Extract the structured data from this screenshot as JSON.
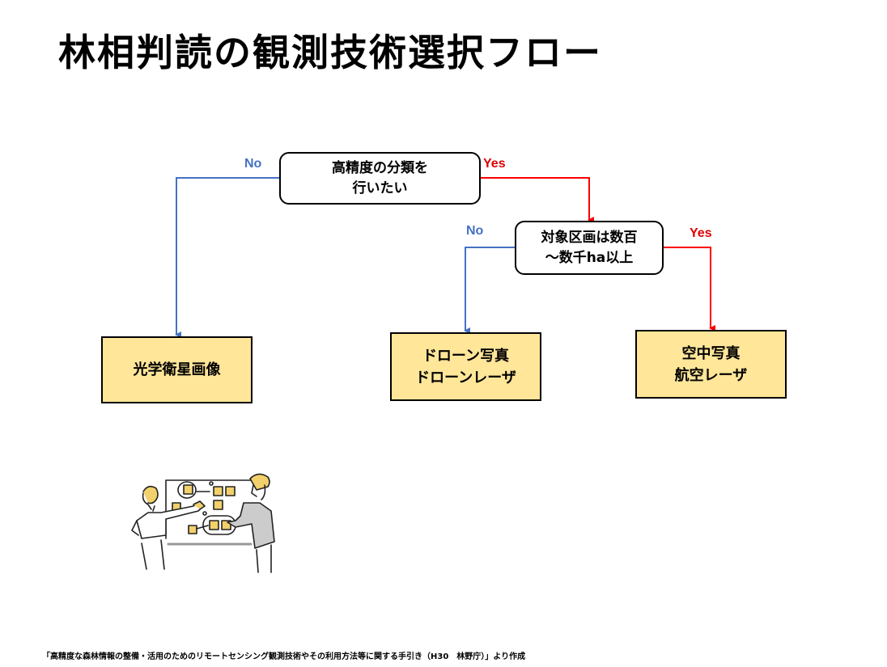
{
  "title": "林相判読の観測技術選択フロー",
  "decisions": [
    {
      "id": "q1",
      "text": "高精度の分類を\n行いたい",
      "no_label": "No",
      "yes_label": "Yes"
    },
    {
      "id": "q2",
      "text": "対象区画は数百\n～数千ha以上",
      "no_label": "No",
      "yes_label": "Yes"
    }
  ],
  "results": [
    {
      "id": "r1",
      "text": "光学衛星画像"
    },
    {
      "id": "r2",
      "text": "ドローン写真\nドローンレーザ"
    },
    {
      "id": "r3",
      "text": "空中写真\n航空レーザ"
    }
  ],
  "colors": {
    "no": "#4472C4",
    "yes": "#FF0000",
    "result_fill": "#FFE699",
    "sticky": "#F2D06B"
  },
  "illustration": "two-people-at-whiteboard-illustration",
  "footer": "「高精度な森林情報の整備・活用のためのリモートセンシング観測技術やその利用方法等に関する手引き（H30　林野庁）」より作成"
}
